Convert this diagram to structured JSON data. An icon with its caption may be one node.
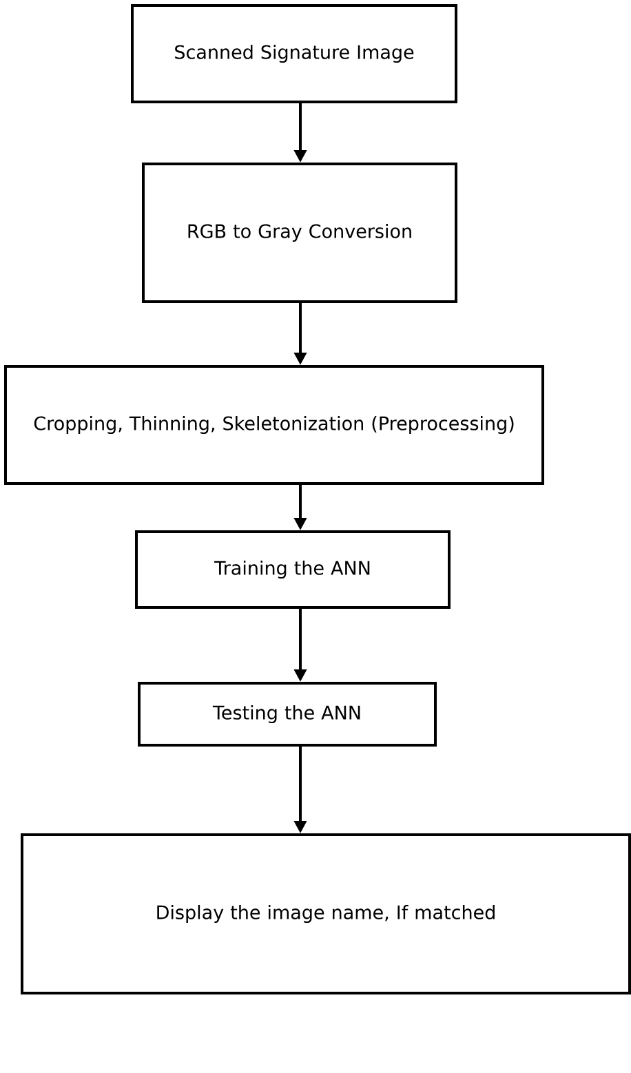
{
  "diagram": {
    "nodes": [
      {
        "text": [
          "Scanned Signature Image"
        ]
      },
      {
        "text": [
          "RGB to Gray Conversion"
        ]
      },
      {
        "text": [
          "Cropping, Thinning, Skeletonization (Preprocessing)"
        ]
      },
      {
        "text": [
          "Training the ANN"
        ]
      },
      {
        "text": [
          "Testing the ANN"
        ]
      },
      {
        "text": [
          "Display the image name, If matched"
        ]
      }
    ],
    "edges": [
      {
        "from": 0,
        "to": 1,
        "arrow": "to"
      },
      {
        "from": 1,
        "to": 2,
        "arrow": "to"
      },
      {
        "from": 2,
        "to": 3,
        "arrow": "to"
      },
      {
        "from": 3,
        "to": 4,
        "arrow": "to"
      },
      {
        "from": 4,
        "to": 5,
        "arrow": "to"
      }
    ]
  }
}
